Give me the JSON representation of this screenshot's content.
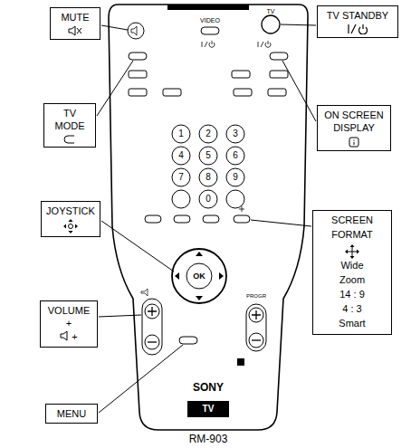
{
  "diagram": {
    "caption": "RM-903",
    "nodes": [
      {
        "text": [
          "MUTE"
        ]
      },
      {
        "text": [
          "TV STANDBY"
        ]
      },
      {
        "text": [
          "TV MODE"
        ]
      },
      {
        "text": [
          "ON SCREEN DISPLAY"
        ]
      },
      {
        "text": [
          "JOYSTICK"
        ]
      },
      {
        "text": [
          "SCREEN FORMAT",
          "Wide",
          "Zoom",
          "14 : 9",
          "4 : 3",
          "Smart"
        ]
      },
      {
        "text": [
          "VOLUME +",
          "+"
        ]
      },
      {
        "text": [
          "MENU"
        ]
      }
    ],
    "labels": [
      "VIDEO",
      "TV",
      "1",
      "2",
      "3",
      "4",
      "5",
      "6",
      "7",
      "8",
      "9",
      "0",
      "OK",
      "PROGR",
      "SONY",
      "TV"
    ]
  }
}
